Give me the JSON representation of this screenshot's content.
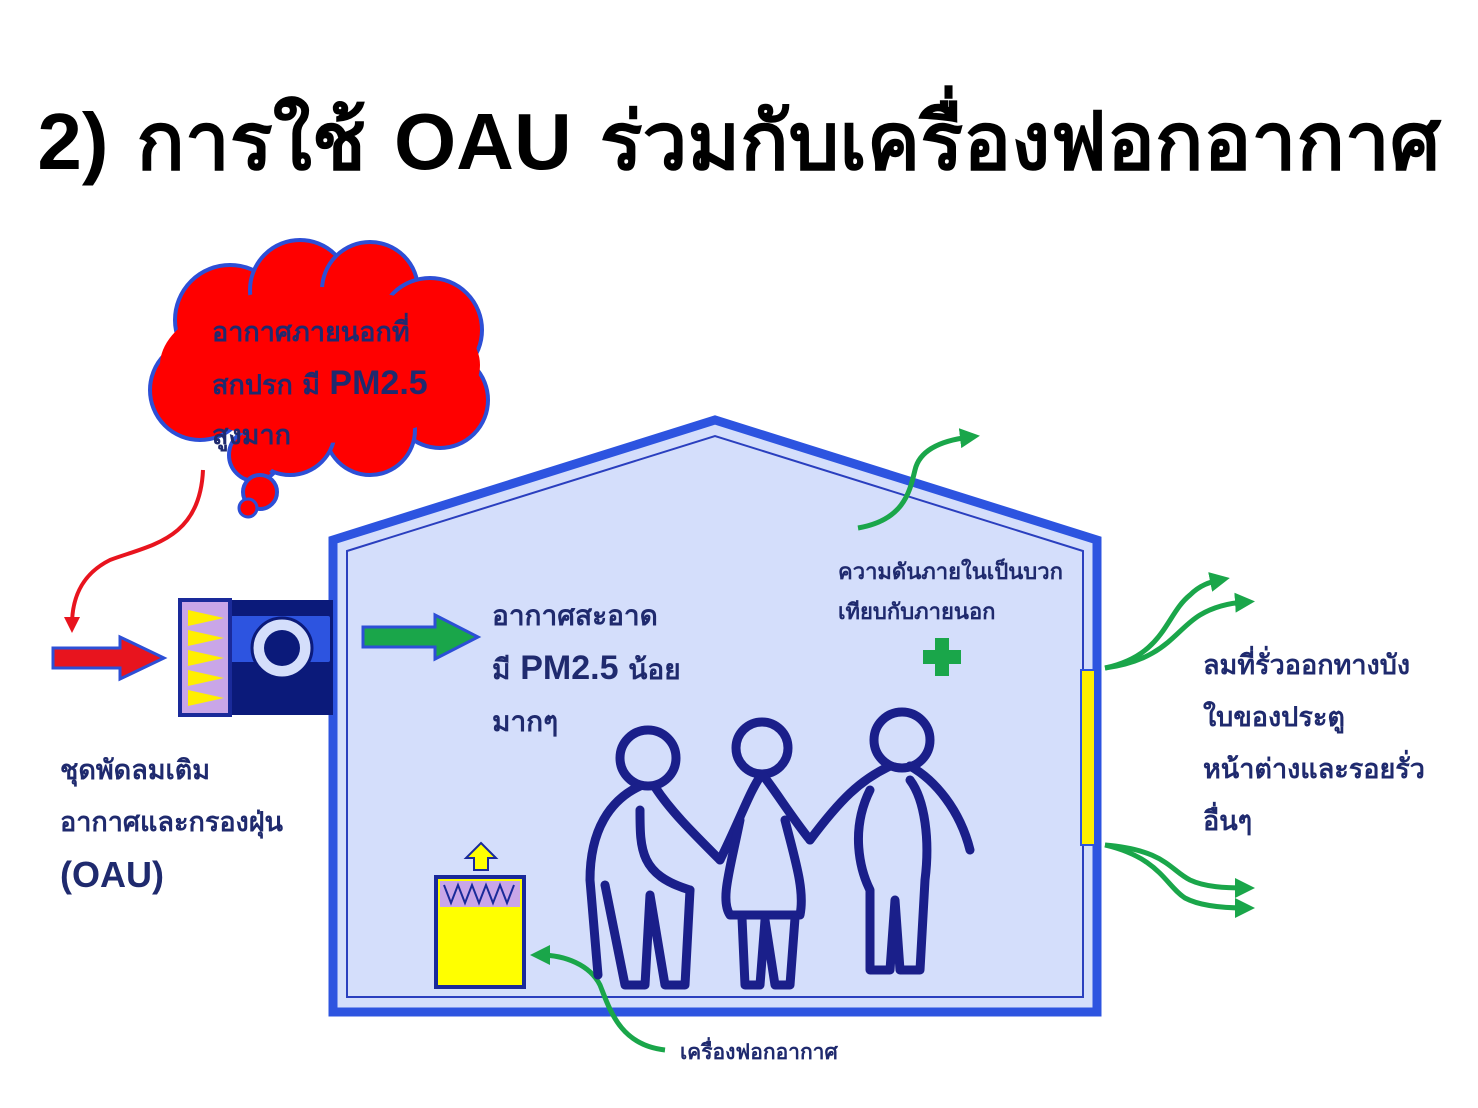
{
  "title": {
    "prefix": "2)",
    "mid1": "การใช้",
    "brand": "OAU",
    "rest": "ร่วมกับเครื่องฟอกอากาศ"
  },
  "labels": {
    "cloud_line1": "อากาศภายนอกที่",
    "cloud_line2_a": "สกปรก มี",
    "cloud_line2_b": "PM2.5",
    "cloud_line3": "สูงมาก",
    "clean_line1": "อากาศสะอาด",
    "clean_line2_a": "มี",
    "clean_line2_b": "PM2.5",
    "clean_line2_c": "น้อย",
    "clean_line3": "มากๆ",
    "pressure_line1": "ความดันภายในเป็นบวก",
    "pressure_line2": "เทียบกับภายนอก",
    "leak_line1": "ลมที่รั่วออกทางบัง",
    "leak_line2": "ใบของประตู",
    "leak_line3": "หน้าต่างและรอยรั่ว",
    "leak_line4": "อื่นๆ",
    "oau_line1": "ชุดพัดลมเติม",
    "oau_line2": "อากาศและกรองฝุ่น",
    "oau_line3": "(OAU)",
    "purifier": "เครื่องฟอกอากาศ"
  },
  "colors": {
    "house_fill": "#d4defb",
    "house_stroke": "#2d54e0",
    "cloud_fill": "#ff0000",
    "cloud_stroke": "#2d4fd6",
    "people_stroke": "#1a1f8a",
    "green_arrow": "#1aa64a",
    "red_arrow": "#e8141e",
    "purifier_fill": "#ffff00",
    "door_strip": "#ffee00",
    "text": "#1f2a6e"
  },
  "icons": [
    "cloud-shape",
    "plus-icon",
    "fan-icon",
    "filter-icon",
    "air-purifier-icon",
    "family-figures"
  ]
}
